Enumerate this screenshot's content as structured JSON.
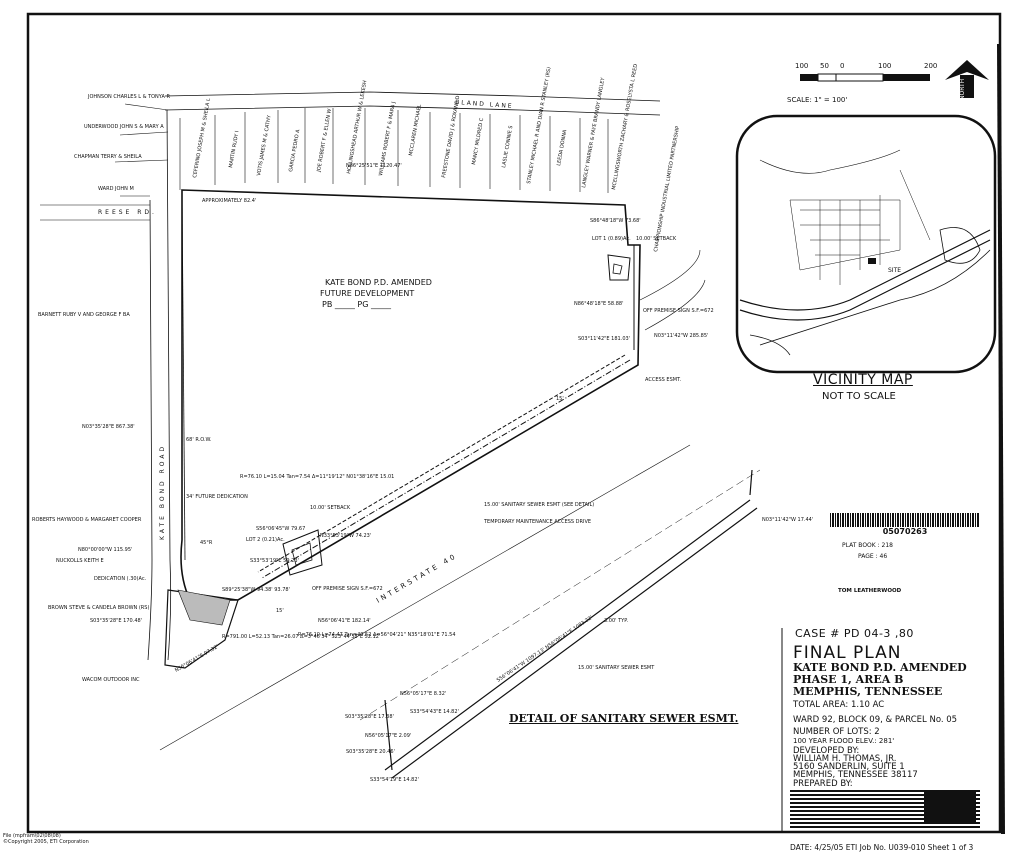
{
  "title_block": {
    "case_number": "CASE # PD 04-3 ,80",
    "plan_title": "FINAL PLAN",
    "project_name": "KATE BOND P.D. AMENDED",
    "phase": "PHASE 1, AREA B",
    "city": "MEMPHIS, TENNESSEE",
    "total_area": "TOTAL AREA: 1.10 AC",
    "ward": "WARD 92, BLOCK 09, & PARCEL No. 05",
    "lots": "NUMBER OF LOTS: 2",
    "flood": "100 YEAR FLOOD ELEV.: 281'",
    "developed_by_label": "DEVELOPED BY:",
    "developer_name": "WILLIAM H. THOMAS, JR.",
    "developer_addr1": "5160 SANDERLIN, SUITE 1",
    "developer_addr2": "MEMPHIS, TENNESSEE 38117",
    "prepared_by_label": "PREPARED BY:",
    "date_line": "DATE: 4/25/05 ETI Job No. U039-010  Sheet 1 of 3"
  },
  "recording": {
    "barcode_number": "05070263",
    "plat_book": "PLAT BOOK : 218",
    "page": "PAGE : 46",
    "register_name": "TOM LEATHERWOOD"
  },
  "vicinity_map": {
    "title": "VICINITY MAP",
    "subtitle": "NOT TO SCALE",
    "site_label": "SITE"
  },
  "scale": {
    "ticks": [
      "100",
      "50",
      "0",
      "100",
      "200"
    ],
    "label": "SCALE: 1\" = 100'",
    "north": "NORTH"
  },
  "plan": {
    "center_label_1": "KATE BOND P.D. AMENDED",
    "center_label_2": "FUTURE DEVELOPMENT",
    "center_label_3": "PB _____ PG _____",
    "road_bland": "BLAND LANE",
    "road_reese": "REESE RD.",
    "road_kate_bond": "KATE BOND ROAD",
    "interstate": "INTERSTATE 40",
    "approx": "APPROXIMATELY 82.4'",
    "row": "68' R.O.W.",
    "future_ded": "34' FUTURE DEDICATION",
    "setback1": "10.00' SETBACK",
    "setback2": "10.00' SETBACK",
    "sewer_esmt": "15.00' SANITARY SEWER ESMT (SEE DETAIL)",
    "temp_maint": "TEMPORARY MAINTENANCE ACCESS DRIVE",
    "access_esmt": "ACCESS ESMT.",
    "lot1": "LOT 1 (0.89)Ac.",
    "lot2": "LOT 2 (0.21)Ac.",
    "dedication": "DEDICATION (.30)Ac.",
    "off_premise_1": "OFF PREMISE SIGN S.F.=672",
    "off_premise_2": "OFF PREMISE SIGN S.F.=672",
    "bearing_n86": "N86°25'51\"E 1120.47'",
    "bearing_n03_west": "N03°35'28\"E 867.38'",
    "bearing_s86_lot1": "S86°48'18\"W 73.68'",
    "bearing_n86_lot1": "N86°48'18\"E 58.88'",
    "bearing_s03_lot1": "S03°11'42\"E 181.03'",
    "bearing_n03_east": "N03°11'42\"W 285.85'",
    "bearing_n03_detail": "N03°11'42\"W 17.44'",
    "curve1": "R=76.10 L=15.04 Tan=7.54 Δ=11°19'12\" N01°38'16\"E 15.01",
    "curve2": "R=791.00 L=52.13 Tan=26.07 Δ=3°46'34\" S23°44'38\"E 52.12'",
    "curve3": "R=76.10 L=74.47 Tan=40.52 Δ=56°04'21\" N35°18'01\"E 71.54",
    "b_s56": "S56°06'45\"W 79.67",
    "b_n33": "N33°53'19\"W 74.23'",
    "b_s33": "S33°53'19\"E 59.23'",
    "b_s89": "S89°25'38\"W 94.38' 93.78'",
    "b_n56": "N56°06'41\"E 182.14'",
    "b_n80": "N80°00'00\"W 115.95'",
    "b_s03_sw": "S03°35'28\"E 170.48'",
    "b_n56_sw": "N56°06'41\"E 97.32'",
    "angle45": "45°R",
    "dim15a": "15'",
    "dim15b": "15'",
    "sewer_dim": "3.00' TYP.",
    "sewer_esmt_detail": "15.00' SANITARY SEWER ESMT",
    "detail_title": "DETAIL OF SANITARY SEWER ESMT.",
    "d_n56a": "N56°05'17\"E 8.32'",
    "d_s33a": "S33°54'43\"E 14.82'",
    "d_s03a": "S03°35'28\"E 17.38'",
    "d_n56b": "N56°05'17\"E 2.09'",
    "d_s03b": "S03°35'28\"E 20.46'",
    "d_s33b": "S33°54'19\"E 14.82'",
    "d_long": "S56°06'41\"W 1097.13' N56°06'41\"E 1083.22'"
  },
  "owners": {
    "johnson": "JOHNSON CHARLES L & TONYA R",
    "underwood": "UNDERWOOD JOHN S & MARY A",
    "chapman": "CHAPMAN TERRY & SHEILA",
    "ward": "WARD JOHN M",
    "barnett": "BARNETT RUBY V AND GEORGE F BA",
    "roberts": "ROBERTS HAYWOOD & MARGARET COOPER",
    "nuckolls": "NUCKOLLS KEITH E",
    "brown": "BROWN STEVE & CANDELA BROWN (RS)",
    "wacom": "WACOM OUTDOOR INC",
    "champ": "CHAMPIONSHIP INDUSTRIAL LIMITED PARTNERSHIP",
    "lots_north": [
      "CEFERINO JOSEPH M & SHEILA L",
      "MARTIN RUDY I",
      "VOTIS JAMES M & CATHY",
      "GARCIA PEDRO A",
      "JOE ROBERT F & ELLEN W",
      "HOLLINGSHEAD ARTHUR W & LEKESH",
      "WILLIAMS ROBERT F & MARA J",
      "MCCLAREN MICHAEL",
      "FREESTONE DAVID J & ROXANE D",
      "MANCY MILDRED C",
      "LASLIE CONNIE S",
      "STANLEY MICHAEL R AND DIAN R STANLEY (RS)",
      "LEEDA DONNA",
      "LANGLEY WARNER & FAYE BRANDY LANGLEY",
      "MCELLINGSWORTH ZACHARY & ROSELYSTA L REED"
    ]
  },
  "copyright": {
    "file": "File (mpfram\\02\\08\\08)",
    "text": "©Copyright 2005, ETI Corporation"
  }
}
